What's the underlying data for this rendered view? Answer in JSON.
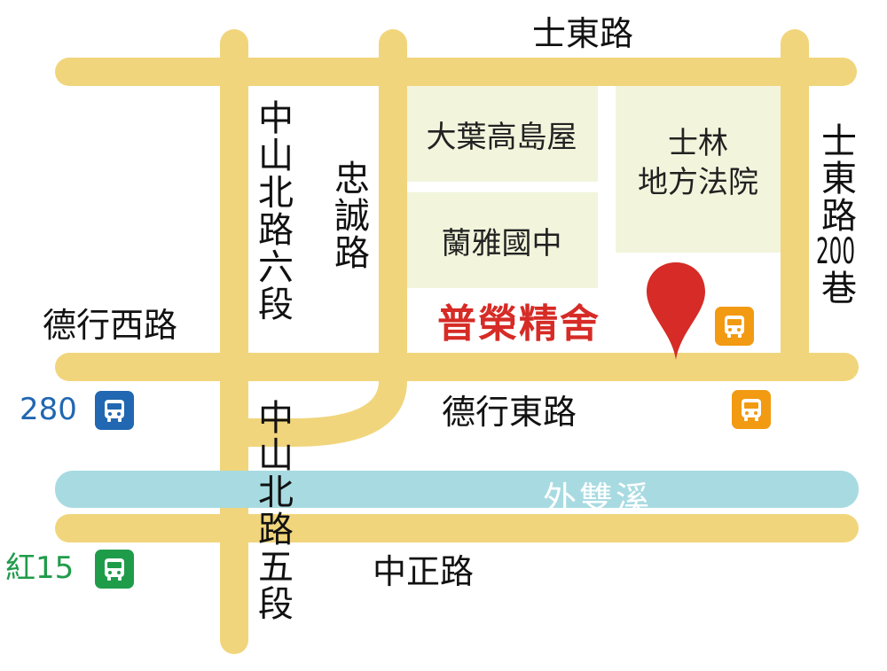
{
  "roads": {
    "shidong_top": "士東路",
    "zhongshan_6": "中山北路六段",
    "zhongcheng": "忠誠路",
    "shidong_200": "士東路200巷",
    "dexing_west": "德行西路",
    "dexing_east": "德行東路",
    "zhongshan_5": "中山北路五段",
    "zhongzheng": "中正路"
  },
  "blocks": {
    "daye": "大葉高島屋",
    "lanya": "蘭雅國中",
    "court_line1": "士林",
    "court_line2": "地方法院"
  },
  "river": {
    "name": "外雙溪"
  },
  "venue": {
    "name": "普榮精舍"
  },
  "bus_routes": {
    "blue": "280",
    "green": "紅15"
  },
  "colors": {
    "road": "#f1d57c",
    "block": "#f2f5dc",
    "river": "#a8dbe1",
    "river_text": "#ffffff",
    "venue_text": "#d62b26",
    "pin": "#d62b26",
    "bus_orange": "#f29a12",
    "bus_blue": "#2167b1",
    "bus_green": "#1f9c4a",
    "route_blue_text": "#2167b1",
    "route_green_text": "#1f9c4a"
  },
  "icons": [
    "map-pin-icon",
    "bus-stop-icon"
  ]
}
